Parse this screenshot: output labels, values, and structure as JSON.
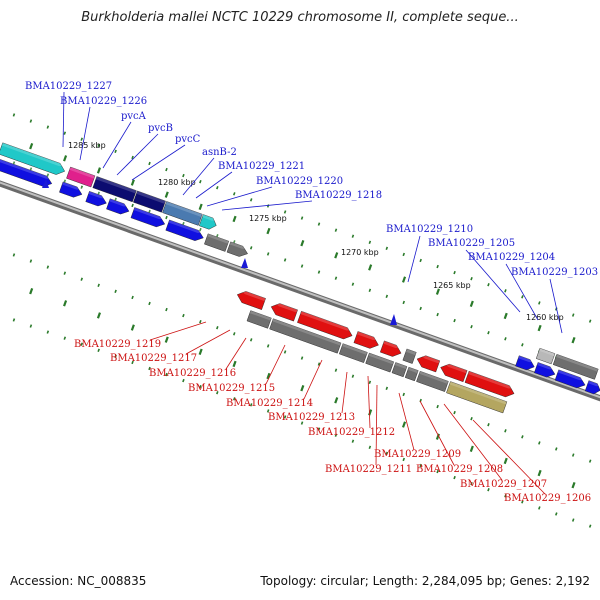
{
  "header": {
    "title": "Burkholderia mallei NCTC 10229 chromosome II, complete seque..."
  },
  "footer": {
    "accession": "Accession: NC_008835",
    "topology": "Topology: circular",
    "length": "Length: 2,284,095 bp",
    "genes": "Genes: 2,192"
  },
  "kbp_labels": [
    "1285 kbp",
    "1280 kbp",
    "1275 kbp",
    "1270 kbp",
    "1265 kbp",
    "1260 kbp"
  ],
  "labels_upper": [
    "BMA10229_1227",
    "BMA10229_1226",
    "pvcA",
    "pvcB",
    "pvcC",
    "asnB-2",
    "BMA10229_1221",
    "BMA10229_1220",
    "BMA10229_1218",
    "BMA10229_1210",
    "BMA10229_1205",
    "BMA10229_1204",
    "BMA10229_1203"
  ],
  "labels_lower": [
    "BMA10229_1219",
    "BMA10229_1217",
    "BMA10229_1216",
    "BMA10229_1215",
    "BMA10229_1214",
    "BMA10229_1213",
    "BMA10229_1212",
    "BMA10229_1211",
    "BMA10229_1209",
    "BMA10229_1208",
    "BMA10229_1207",
    "BMA10229_1206"
  ],
  "colors": {
    "upper_label": "#1a1acc",
    "lower_label": "#cc1111",
    "axis": "#8a8a8a",
    "tick": "#2a7a2a",
    "gene_blue": "#1010e0",
    "gene_navy": "#0c0c70",
    "gene_red": "#e01010",
    "gene_gray": "#6e6e6e",
    "gene_cyan": "#20c8c8",
    "gene_magenta": "#e0208c",
    "gene_steel": "#4a7ab0",
    "gene_olive": "#b4a660"
  }
}
